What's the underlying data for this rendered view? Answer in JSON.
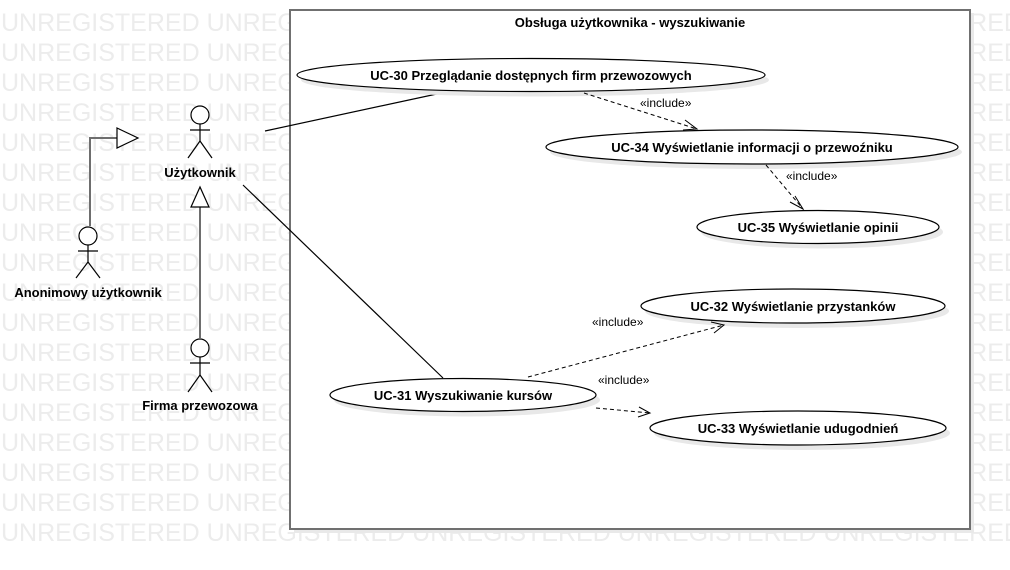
{
  "watermark": {
    "text": "UNREGISTERED UNREGISTERED UNREGISTERED UNREGISTERED UNREGISTERED",
    "color": "#ececec"
  },
  "system_boundary": {
    "title": "Obsługa użytkownika - wyszukiwanie",
    "border_color": "#707070"
  },
  "actors": [
    {
      "id": "uzytkownik",
      "label": "Użytkownik"
    },
    {
      "id": "anonimowy",
      "label": "Anonimowy użytkownik"
    },
    {
      "id": "firma",
      "label": "Firma przewozowa"
    }
  ],
  "use_cases": [
    {
      "id": "uc30",
      "label": "UC-30 Przeglądanie dostępnych firm przewozowych"
    },
    {
      "id": "uc34",
      "label": "UC-34 Wyświetlanie informacji o przewoźniku"
    },
    {
      "id": "uc35",
      "label": "UC-35 Wyświetlanie opinii"
    },
    {
      "id": "uc32",
      "label": "UC-32 Wyświetlanie przystanków"
    },
    {
      "id": "uc31",
      "label": "UC-31 Wyszukiwanie kursów"
    },
    {
      "id": "uc33",
      "label": "UC-33 Wyświetlanie udugodnień"
    }
  ],
  "relationships": {
    "associations": [
      {
        "from": "uzytkownik",
        "to": "uc30"
      },
      {
        "from": "uzytkownik",
        "to": "uc31"
      }
    ],
    "generalizations": [
      {
        "child": "anonimowy",
        "parent": "uzytkownik"
      },
      {
        "child": "firma",
        "parent": "uzytkownik"
      }
    ],
    "includes": [
      {
        "from": "uc30",
        "to": "uc34",
        "label": "«include»"
      },
      {
        "from": "uc34",
        "to": "uc35",
        "label": "«include»"
      },
      {
        "from": "uc31",
        "to": "uc32",
        "label": "«include»"
      },
      {
        "from": "uc31",
        "to": "uc33",
        "label": "«include»"
      }
    ]
  }
}
